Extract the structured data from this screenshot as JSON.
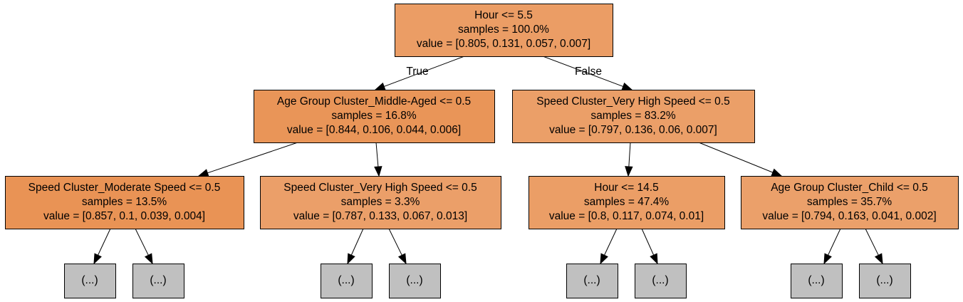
{
  "tree": {
    "nodes": [
      {
        "id": "root",
        "lines": [
          "Hour <= 5.5",
          "samples = 100.0%",
          "value = [0.805, 0.131, 0.057, 0.007]"
        ],
        "fill": "#eb9d65",
        "kind": "split"
      },
      {
        "id": "n1",
        "lines": [
          "Age Group Cluster_Middle-Aged <= 0.5",
          "samples = 16.8%",
          "value = [0.844, 0.106, 0.044, 0.006]"
        ],
        "fill": "#e99558",
        "kind": "split"
      },
      {
        "id": "n2",
        "lines": [
          "Speed Cluster_Very High Speed <= 0.5",
          "samples = 83.2%",
          "value = [0.797, 0.136, 0.06, 0.007]"
        ],
        "fill": "#eb9f68",
        "kind": "split"
      },
      {
        "id": "n3",
        "lines": [
          "Speed Cluster_Moderate Speed <= 0.5",
          "samples = 13.5%",
          "value = [0.857, 0.1, 0.039, 0.004]"
        ],
        "fill": "#e99355",
        "kind": "split"
      },
      {
        "id": "n4",
        "lines": [
          "Speed Cluster_Very High Speed <= 0.5",
          "samples = 3.3%",
          "value = [0.787, 0.133, 0.067, 0.013]"
        ],
        "fill": "#eb9f69",
        "kind": "split"
      },
      {
        "id": "n5",
        "lines": [
          "Hour <= 14.5",
          "samples = 47.4%",
          "value = [0.8, 0.117, 0.074, 0.01]"
        ],
        "fill": "#eb9e66",
        "kind": "split"
      },
      {
        "id": "n6",
        "lines": [
          "Age Group Cluster_Child <= 0.5",
          "samples = 35.7%",
          "value = [0.794, 0.163, 0.041, 0.002]"
        ],
        "fill": "#eba06a",
        "kind": "split"
      },
      {
        "id": "l1",
        "lines": [
          "(...)"
        ],
        "fill": "#c0c0c0",
        "kind": "truncated"
      },
      {
        "id": "l2",
        "lines": [
          "(...)"
        ],
        "fill": "#c0c0c0",
        "kind": "truncated"
      },
      {
        "id": "l3",
        "lines": [
          "(...)"
        ],
        "fill": "#c0c0c0",
        "kind": "truncated"
      },
      {
        "id": "l4",
        "lines": [
          "(...)"
        ],
        "fill": "#c0c0c0",
        "kind": "truncated"
      },
      {
        "id": "l5",
        "lines": [
          "(...)"
        ],
        "fill": "#c0c0c0",
        "kind": "truncated"
      },
      {
        "id": "l6",
        "lines": [
          "(...)"
        ],
        "fill": "#c0c0c0",
        "kind": "truncated"
      },
      {
        "id": "l7",
        "lines": [
          "(...)"
        ],
        "fill": "#c0c0c0",
        "kind": "truncated"
      },
      {
        "id": "l8",
        "lines": [
          "(...)"
        ],
        "fill": "#c0c0c0",
        "kind": "truncated"
      }
    ],
    "edges": [
      {
        "from": "root",
        "to": "n1",
        "label": "True"
      },
      {
        "from": "root",
        "to": "n2",
        "label": "False"
      },
      {
        "from": "n1",
        "to": "n3",
        "label": ""
      },
      {
        "from": "n1",
        "to": "n4",
        "label": ""
      },
      {
        "from": "n2",
        "to": "n5",
        "label": ""
      },
      {
        "from": "n2",
        "to": "n6",
        "label": ""
      },
      {
        "from": "n3",
        "to": "l1",
        "label": ""
      },
      {
        "from": "n3",
        "to": "l2",
        "label": ""
      },
      {
        "from": "n4",
        "to": "l3",
        "label": ""
      },
      {
        "from": "n4",
        "to": "l4",
        "label": ""
      },
      {
        "from": "n5",
        "to": "l5",
        "label": ""
      },
      {
        "from": "n5",
        "to": "l6",
        "label": ""
      },
      {
        "from": "n6",
        "to": "l7",
        "label": ""
      },
      {
        "from": "n6",
        "to": "l8",
        "label": ""
      }
    ]
  }
}
